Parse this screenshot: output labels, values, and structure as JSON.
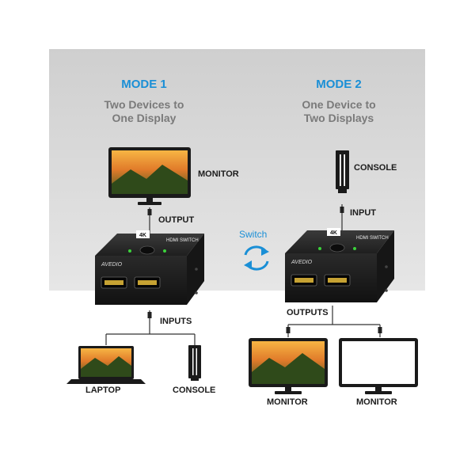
{
  "mode1": {
    "title": "MODE 1",
    "subtitle_line1": "Two Devices to",
    "subtitle_line2": "One Display",
    "monitor_label": "MONITOR",
    "output_label": "OUTPUT",
    "inputs_label": "INPUTS",
    "laptop_label": "LAPTOP",
    "console_label": "CONSOLE"
  },
  "mode2": {
    "title": "MODE 2",
    "subtitle_line1": "One Device to",
    "subtitle_line2": "Two Displays",
    "console_label": "CONSOLE",
    "input_label": "INPUT",
    "outputs_label": "OUTPUTS",
    "monitor1_label": "MONITOR",
    "monitor2_label": "MONITOR"
  },
  "switch_label": "Switch",
  "device": {
    "badge": "4K",
    "brand": "AVEDIO",
    "model": "HDMI SWITCH"
  },
  "colors": {
    "accent": "#1a8fd6",
    "panel": "#d6d6d6",
    "device": "#1e1e1e"
  }
}
